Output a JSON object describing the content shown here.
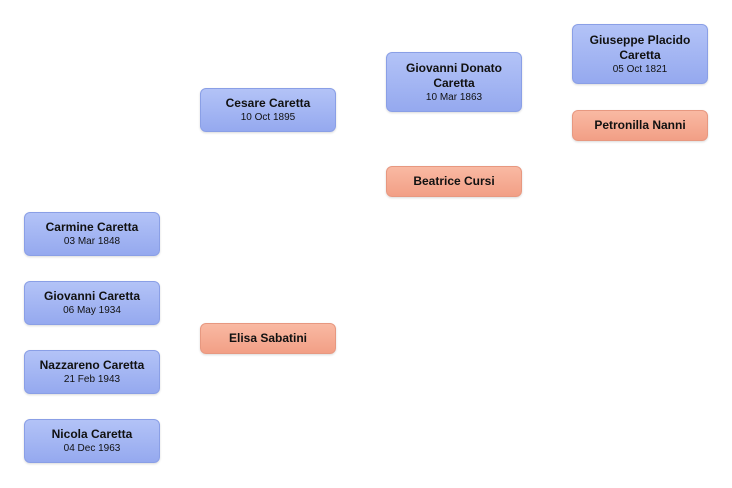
{
  "colors": {
    "male_box": "#a3b5f3",
    "female_box": "#f5ab93"
  },
  "people": {
    "giuseppe": {
      "name": "Giuseppe Placido Caretta",
      "date": "05 Oct 1821"
    },
    "petronilla": {
      "name": "Petronilla Nanni",
      "date": ""
    },
    "giovanni_donato": {
      "name": "Giovanni Donato Caretta",
      "date": "10 Mar 1863"
    },
    "beatrice": {
      "name": "Beatrice Cursi",
      "date": ""
    },
    "cesare": {
      "name": "Cesare Caretta",
      "date": "10 Oct 1895"
    },
    "elisa": {
      "name": "Elisa Sabatini",
      "date": ""
    },
    "carmine": {
      "name": "Carmine Caretta",
      "date": "03 Mar 1848"
    },
    "giovanni": {
      "name": "Giovanni Caretta",
      "date": "06 May 1934"
    },
    "nazzareno": {
      "name": "Nazzareno Caretta",
      "date": "21 Feb 1943"
    },
    "nicola": {
      "name": "Nicola Caretta",
      "date": "04 Dec 1963"
    }
  }
}
